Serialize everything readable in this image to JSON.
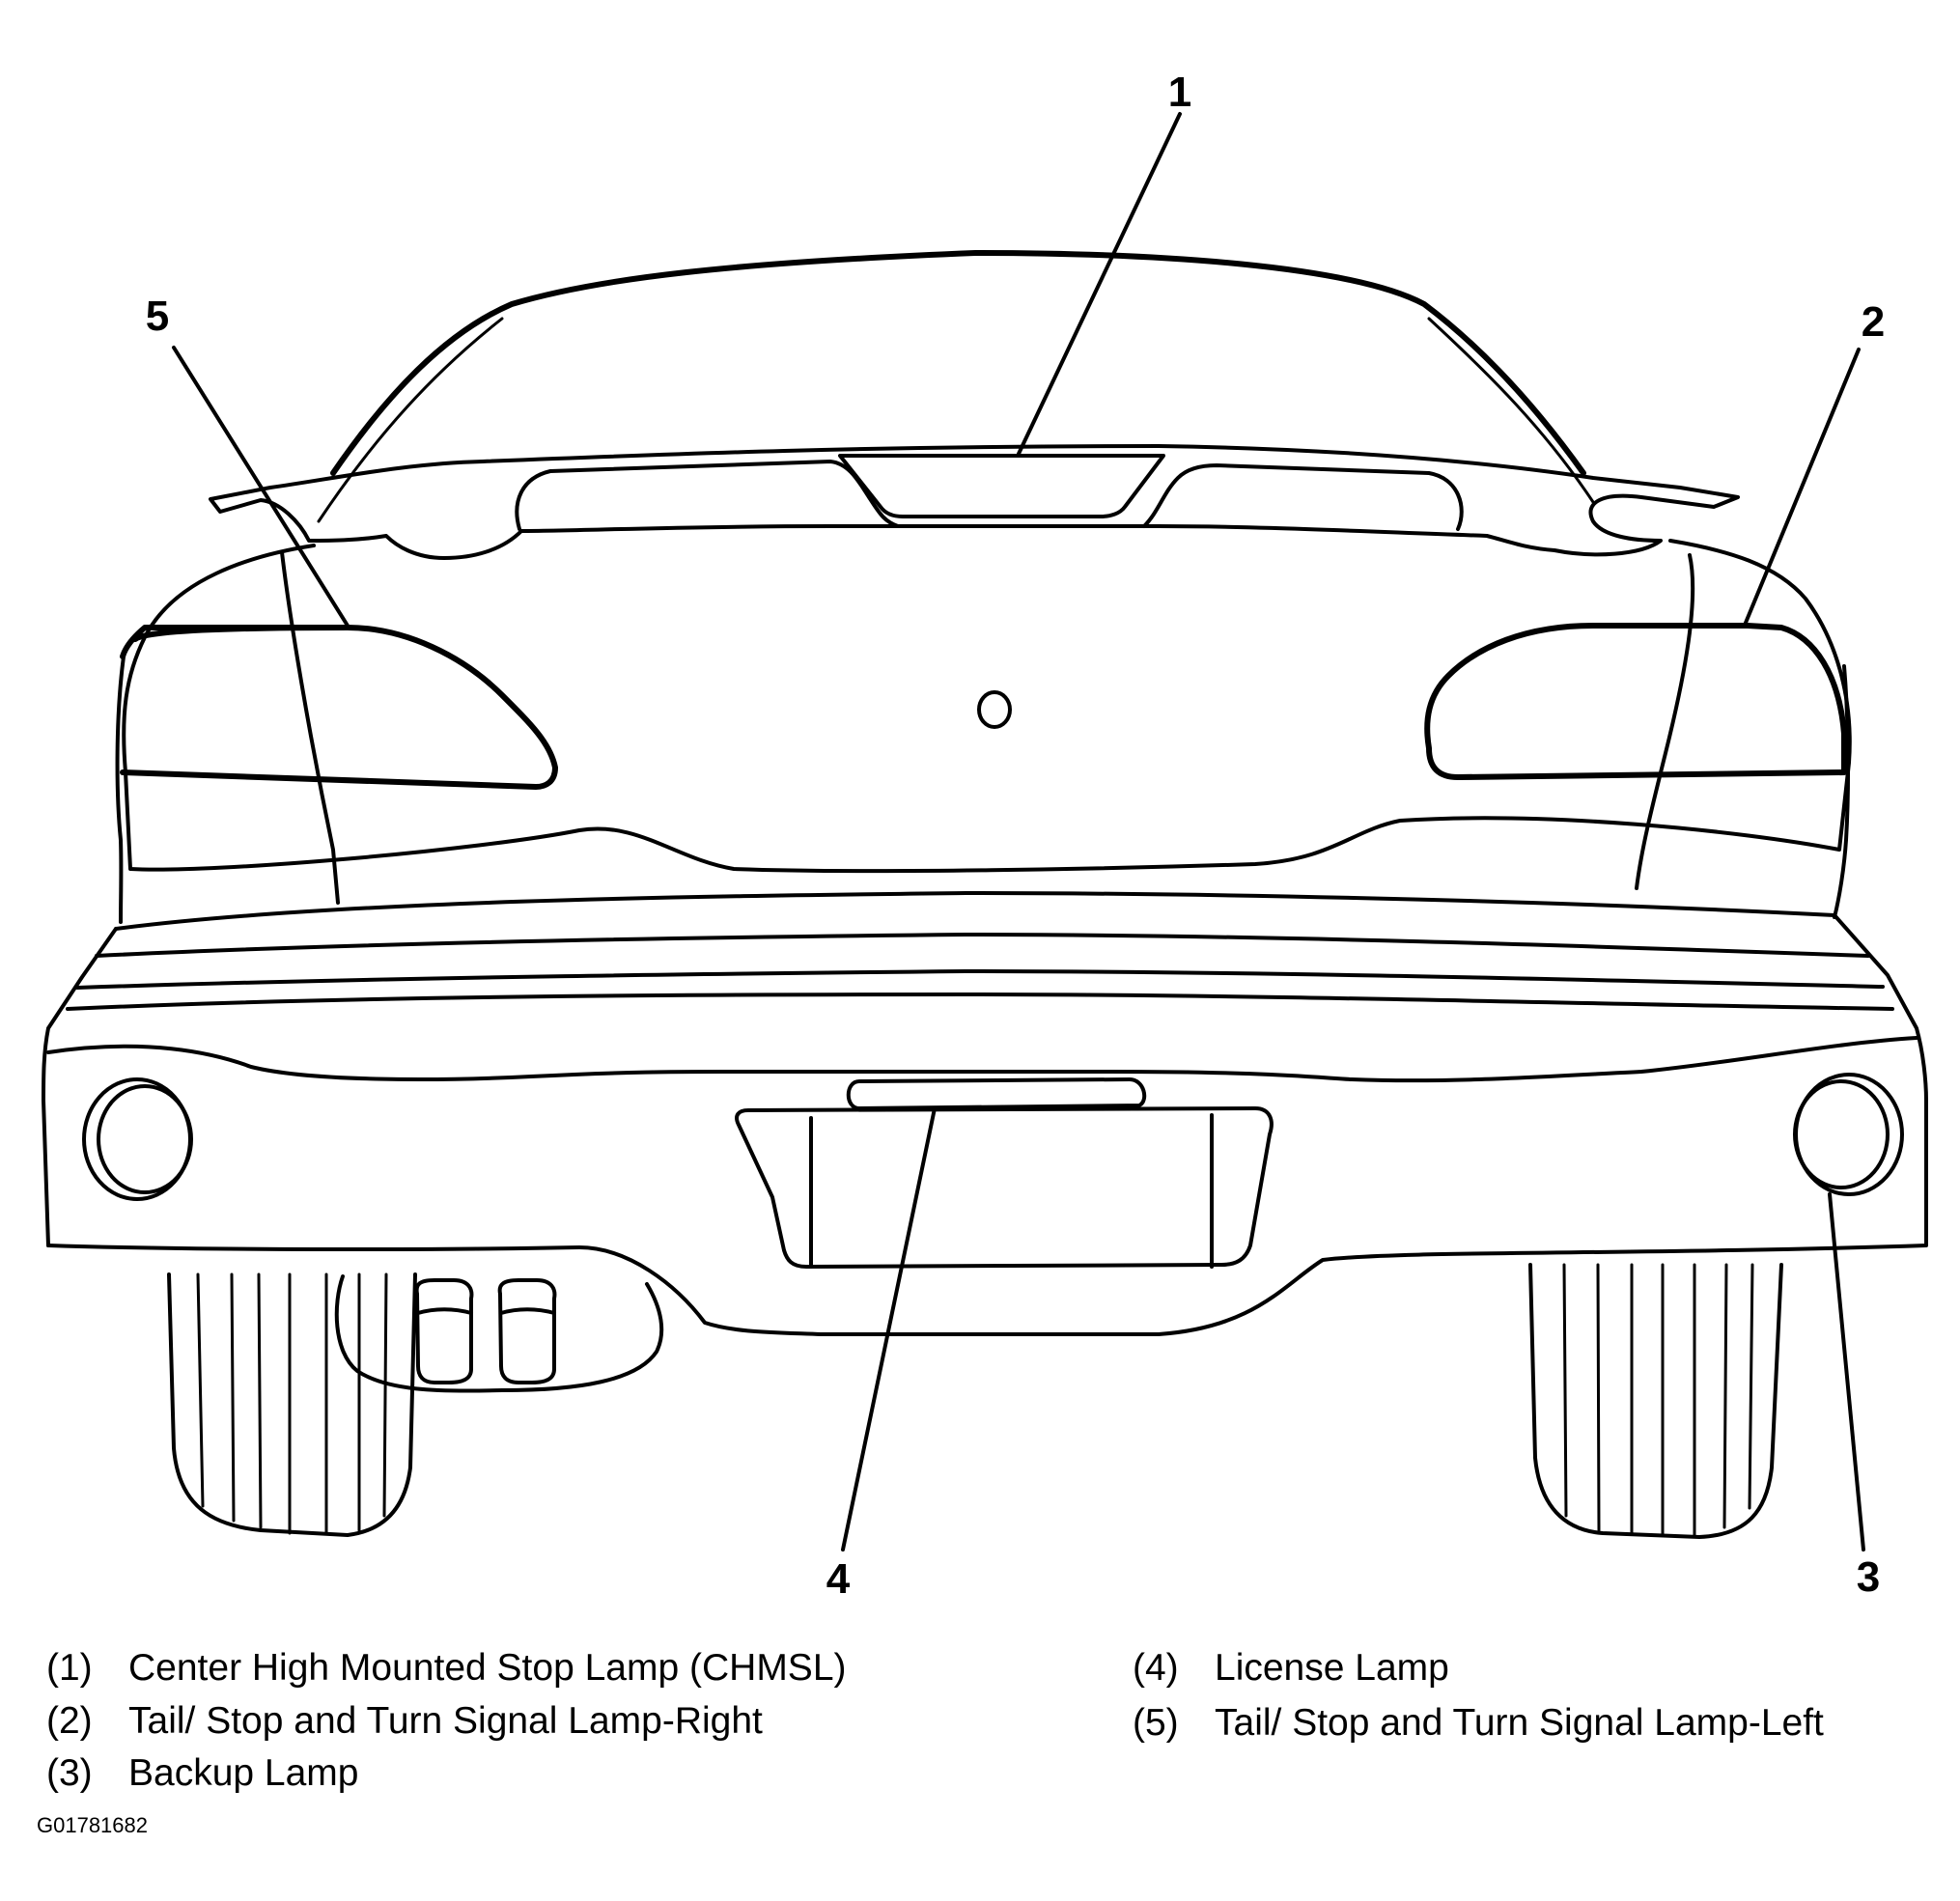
{
  "callouts": [
    "1",
    "2",
    "3",
    "4",
    "5"
  ],
  "legend": [
    {
      "num": "(1)",
      "text": "Center High Mounted Stop Lamp (CHMSL)"
    },
    {
      "num": "(2)",
      "text": "Tail/ Stop and Turn Signal Lamp-Right"
    },
    {
      "num": "(3)",
      "text": "Backup Lamp"
    },
    {
      "num": "(4)",
      "text": "License Lamp"
    },
    {
      "num": "(5)",
      "text": "Tail/ Stop and Turn Signal Lamp-Left"
    }
  ],
  "figure_id": "G01781682"
}
